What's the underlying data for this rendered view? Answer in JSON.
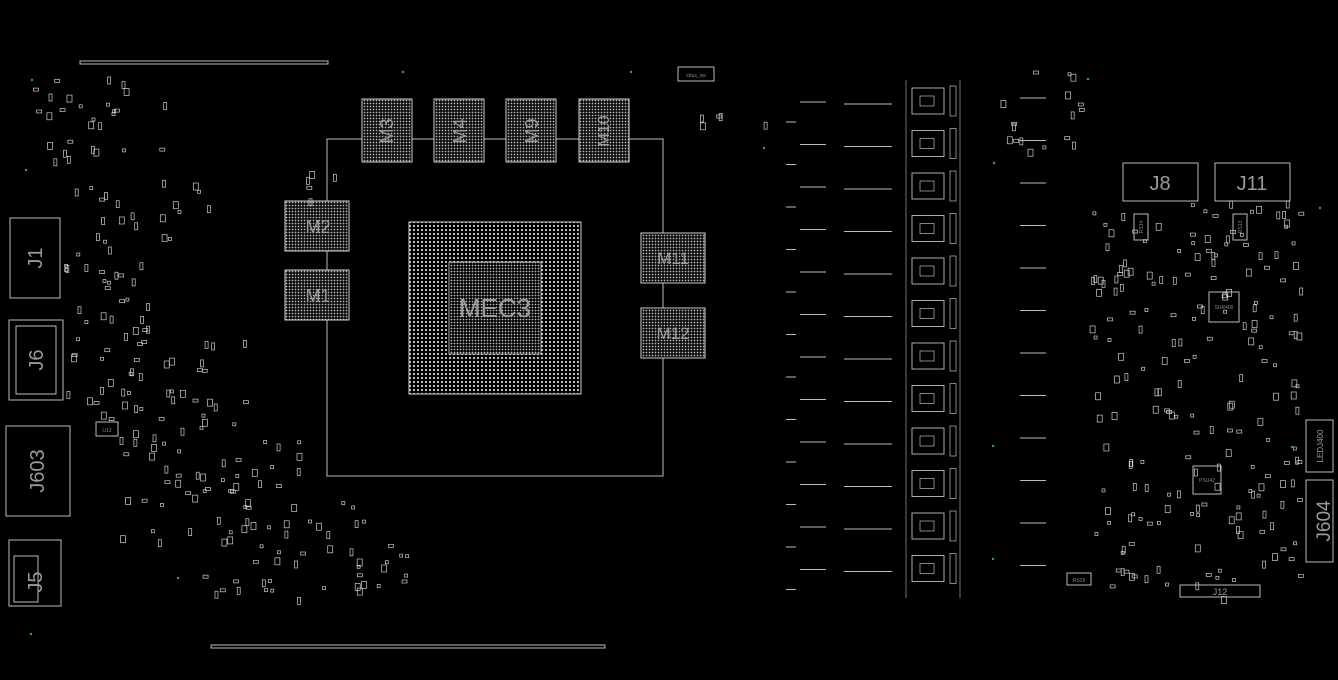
{
  "board": {
    "background": "#000000",
    "outline_color": "#bdbdbd",
    "label_color": "#9a9a9a"
  },
  "gpu": {
    "label": "MEC3"
  },
  "memory_chips": [
    "M1",
    "M2",
    "M3",
    "M4",
    "M9",
    "M10",
    "M11",
    "M12"
  ],
  "connectors": {
    "j1": "J1",
    "j6": "J6",
    "j603": "J603",
    "j5": "J5",
    "j8": "J8",
    "j11": "J11",
    "j604": "J604",
    "led": "LEDJ400",
    "j12": "J12"
  },
  "small_labels": {
    "rs14": "RS14",
    "rs13": "RS13",
    "rs15": "RS15",
    "u400": "SUR400",
    "u42": "PSU42",
    "u12": "U12",
    "top_bus": "sbus_sw"
  },
  "colors": {
    "trace": "#bdbdbd",
    "via": "#2a9d8f"
  }
}
